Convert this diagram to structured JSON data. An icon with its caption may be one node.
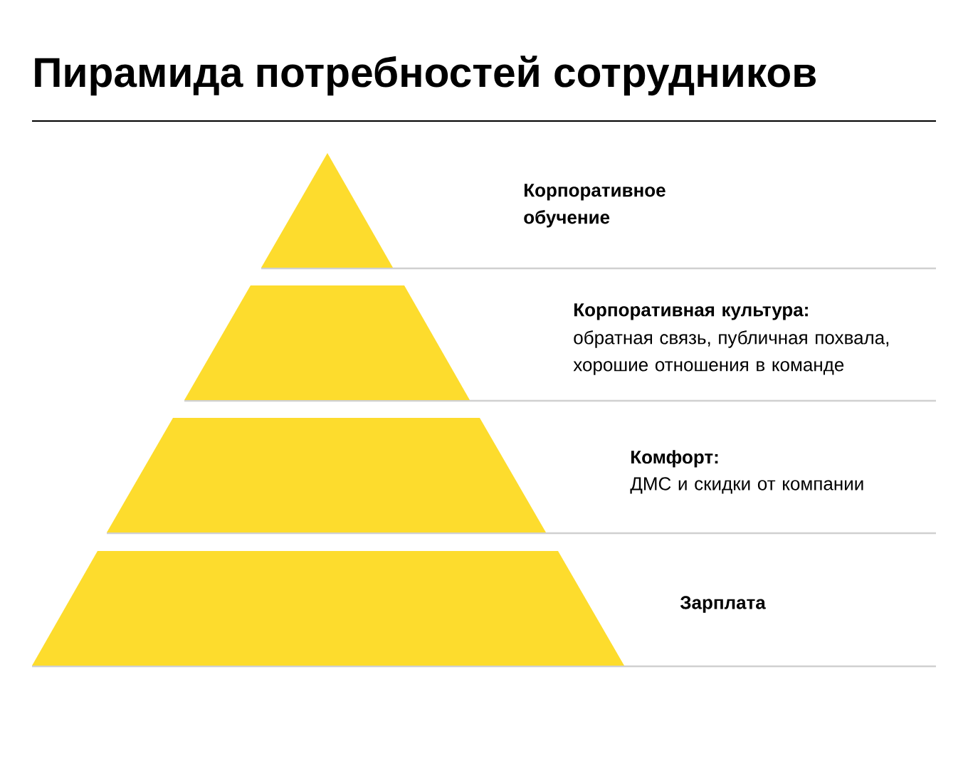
{
  "diagram": {
    "title": "Пирамида потребностей сотрудников",
    "nodes": [
      {
        "text": [],
        "shape": "triangle"
      },
      {
        "text": [],
        "shape": "trapezoid",
        "beside": [
          "Корпоративная культура:",
          "обратная связь, публичная похвала, хорошие отношения в команде"
        ]
      },
      {
        "text": [],
        "shape": "trapezoid",
        "beside": [
          "Комфорт:",
          "ДМС и скидки от компании"
        ]
      },
      {
        "text": [],
        "shape": "trapezoid",
        "beside": [
          "Зарплата"
        ]
      }
    ],
    "labels": [
      "Корпоративное обучение"
    ]
  }
}
